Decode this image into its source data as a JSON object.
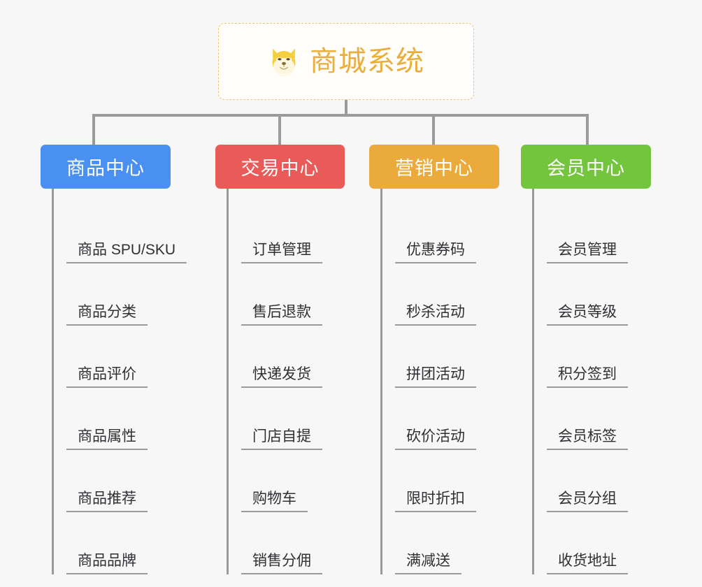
{
  "diagram": {
    "type": "org-chart",
    "background_color": "#f7f7f7",
    "root": {
      "title": "商城系统",
      "icon": "shiba-dog-face-icon",
      "text_color": "#e9ae3d",
      "border_color": "#f0c271",
      "border_style": "dashed"
    },
    "connector_color": "#9a9a9a",
    "columns": [
      {
        "id": "product-center",
        "label": "商品中心",
        "color": "#4a90f0",
        "items": [
          "商品 SPU/SKU",
          "商品分类",
          "商品评价",
          "商品属性",
          "商品推荐",
          "商品品牌"
        ]
      },
      {
        "id": "trade-center",
        "label": "交易中心",
        "color": "#e85b58",
        "items": [
          "订单管理",
          "售后退款",
          "快递发货",
          "门店自提",
          "购物车",
          "销售分佣"
        ]
      },
      {
        "id": "marketing-center",
        "label": "营销中心",
        "color": "#eaab3c",
        "items": [
          "优惠券码",
          "秒杀活动",
          "拼团活动",
          "砍价活动",
          "限时折扣",
          "满减送"
        ]
      },
      {
        "id": "member-center",
        "label": "会员中心",
        "color": "#74c53e",
        "items": [
          "会员管理",
          "会员等级",
          "积分签到",
          "会员标签",
          "会员分组",
          "收货地址"
        ]
      }
    ]
  }
}
